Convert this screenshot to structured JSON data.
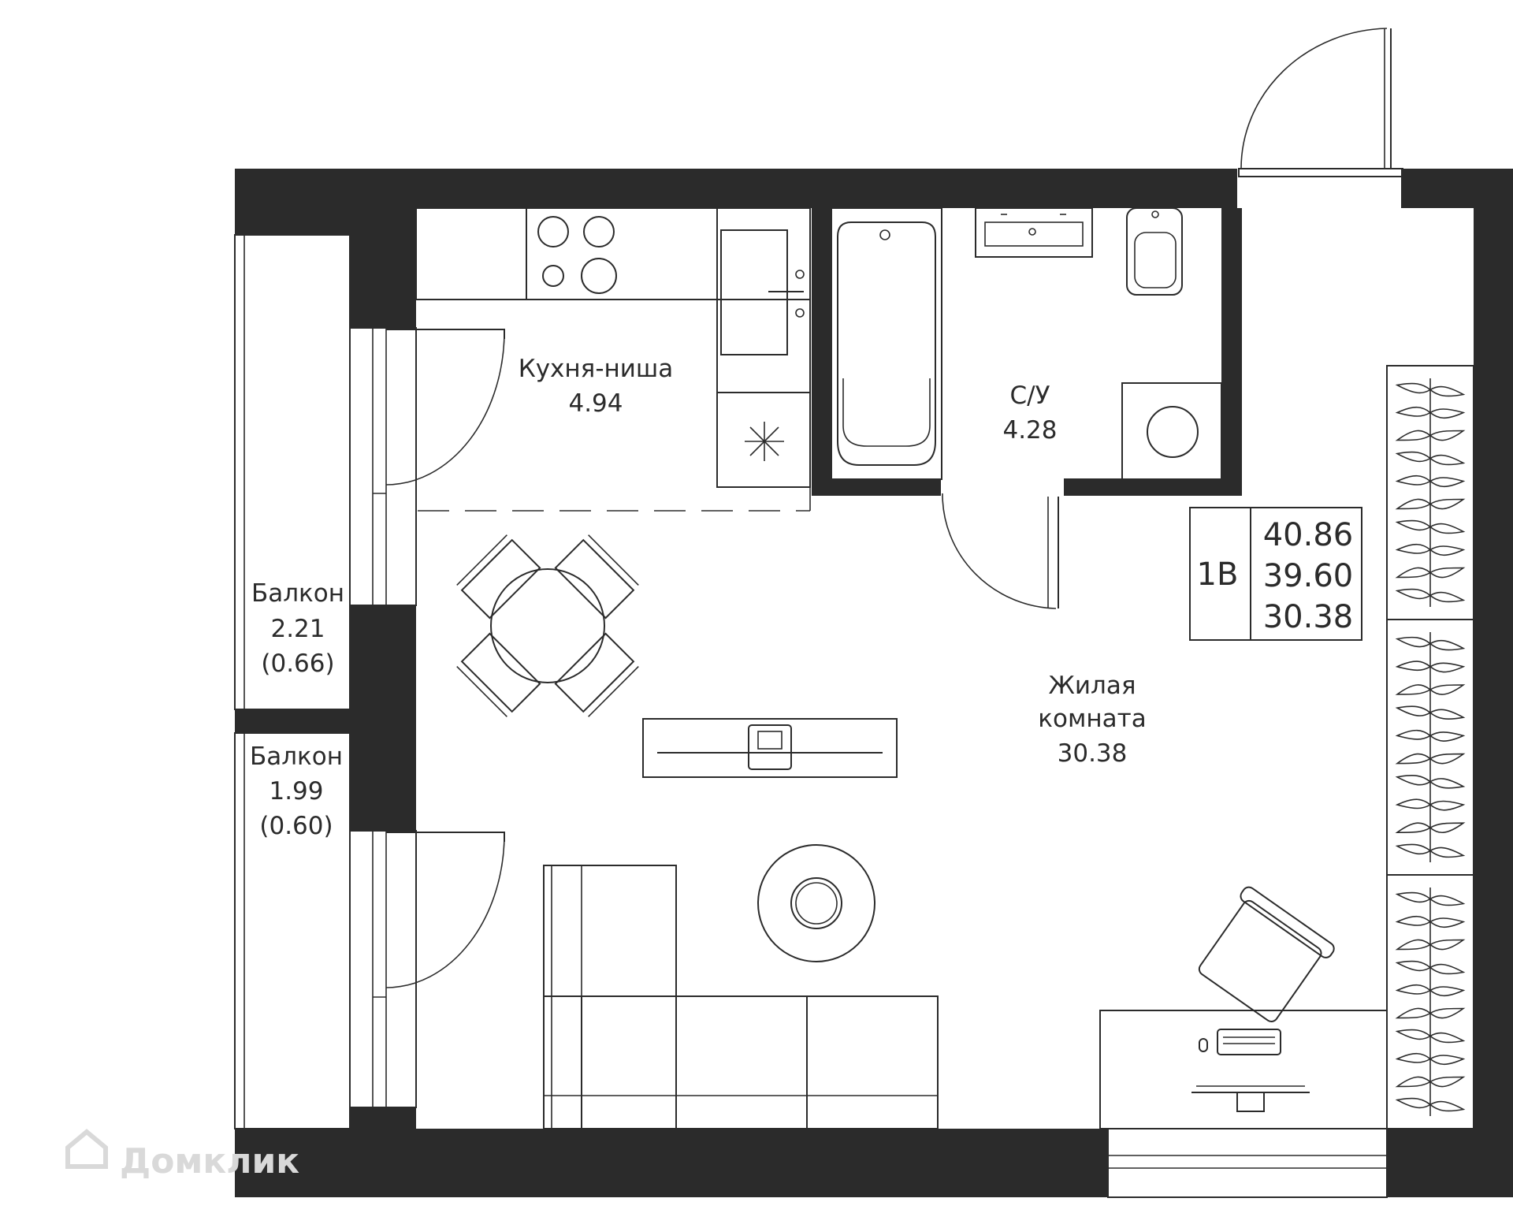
{
  "rooms": {
    "kitchen": {
      "name": "Кухня-ниша",
      "area": "4.94"
    },
    "bathroom": {
      "name": "С/У",
      "area": "4.28"
    },
    "living": {
      "name_line1": "Жилая",
      "name_line2": "комната",
      "area": "30.38"
    },
    "balcony1": {
      "name": "Балкон",
      "area": "2.21",
      "reduced": "(0.66)"
    },
    "balcony2": {
      "name": "Балкон",
      "area": "1.99",
      "reduced": "(0.60)"
    }
  },
  "summary": {
    "type": "1В",
    "total_area": "40.86",
    "area_without_balcony": "39.60",
    "living_area": "30.38"
  },
  "watermark": "Домклик",
  "colors": {
    "wall": "#2b2b2b",
    "background": "#ffffff",
    "watermark": "#d9d9d9"
  }
}
